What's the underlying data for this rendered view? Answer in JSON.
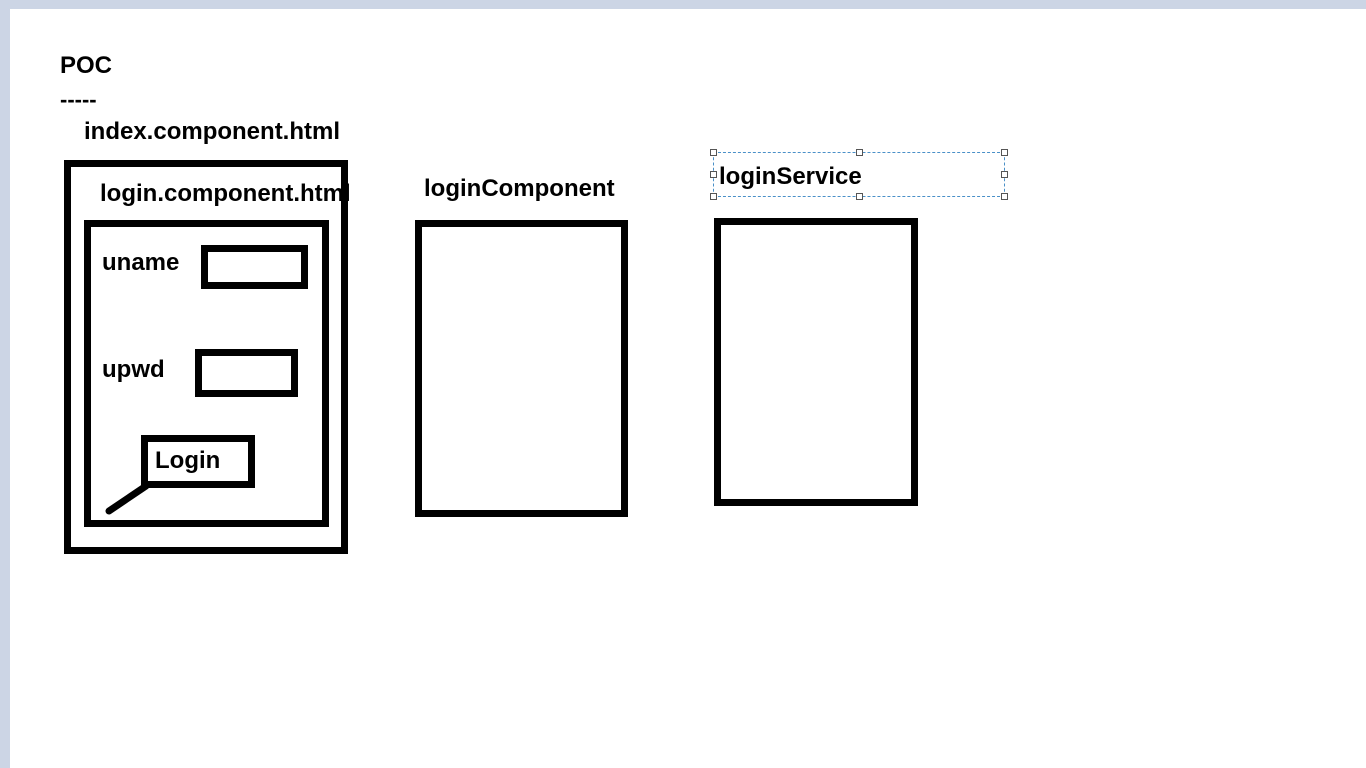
{
  "poc_title": "POC",
  "underline": "-----",
  "index_label": "index.component.html",
  "login_html_label": "login.component.html",
  "uname_label": "uname",
  "upwd_label": "upwd",
  "login_button_label": "Login",
  "login_component_label": "loginComponent",
  "login_service_label": "loginService",
  "colors": {
    "background": "#ccd5e5",
    "canvas": "#ffffff",
    "selection": "#4a90c8"
  }
}
